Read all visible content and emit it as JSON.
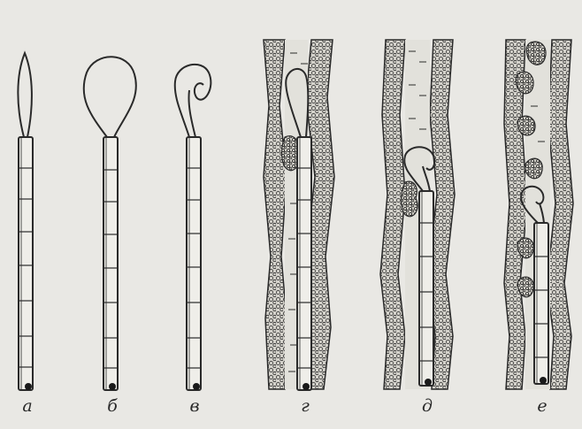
{
  "figure": {
    "panels": [
      {
        "id": "a",
        "label": "а",
        "loop": "narrow",
        "vessel": false
      },
      {
        "id": "b",
        "label": "б",
        "loop": "round",
        "vessel": false
      },
      {
        "id": "v",
        "label": "в",
        "loop": "curled",
        "vessel": false
      },
      {
        "id": "g",
        "label": "г",
        "loop": "narrow",
        "vessel": true
      },
      {
        "id": "d",
        "label": "д",
        "loop": "curled",
        "vessel": true
      },
      {
        "id": "e",
        "label": "е",
        "loop": "curled",
        "vessel": true
      }
    ],
    "colors": {
      "ink": "#2a2a2a",
      "background": "#e9e8e4",
      "vessel_fill": "#dcdbd5"
    }
  }
}
